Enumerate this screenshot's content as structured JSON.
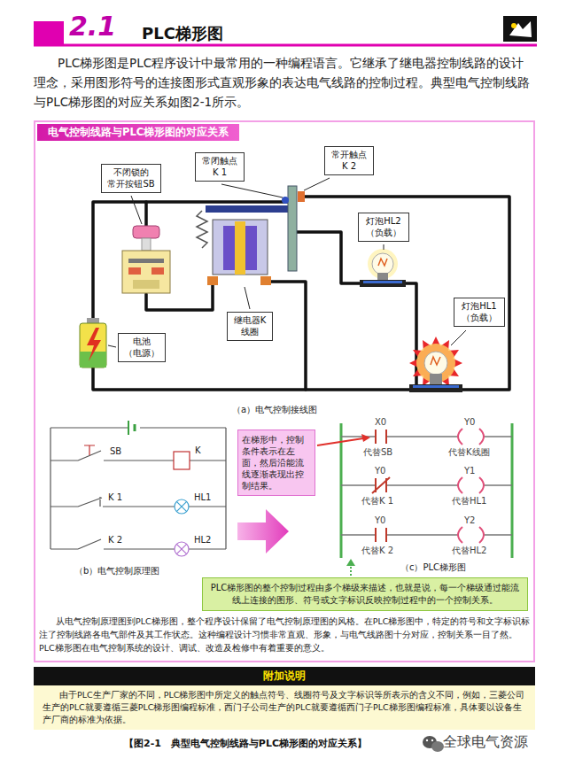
{
  "diagram": {
    "title": "PLC梯形图",
    "caption": "【图2-1　典型电气控制线路与PLC梯形图的对应关系】",
    "nodes": [
      {
        "text": [
          "电气控制线路与PLC梯形图的对应关系"
        ]
      },
      {
        "text": [
          "不闭锁的 常开按钮SB"
        ],
        "in": 0
      },
      {
        "text": [
          "常闭触点 K 1"
        ],
        "in": 0
      },
      {
        "text": [
          "常开触点 K 2"
        ],
        "in": 0
      },
      {
        "text": [
          "灯泡HL2 （负载）"
        ],
        "in": 0
      },
      {
        "text": [
          "继电器K 线圈"
        ],
        "in": 0
      },
      {
        "text": [
          "电池 （电源）"
        ],
        "in": 0
      },
      {
        "text": [
          "灯泡HL1 （负载）"
        ],
        "in": 0
      },
      {
        "text": [
          "在梯形中，控制条件表示在左面，然后沿能流线逐渐表现出控制结果。"
        ],
        "in": 0
      },
      {
        "text": [
          "PLC梯形图的整个控制过程由多个梯级来描述，也就是说，每一个梯级通过能流线上连接的图形、符号或文字标识反映控制过程中的一个控制关系。"
        ],
        "in": 0
      },
      {
        "text": [
          "附加说明",
          "由于PLC生产厂家的不同，PLC梯形图中所定义的触点符号、线圈符号及文字标识等所表示的含义不同，例如，三菱公司生产的PLC就要遵循三菱PLC梯形图编程标准，西门子公司生产的PLC就要遵循西门子PLC梯形图编程标准，具体要以设备生产厂商的标准为依据。"
        ]
      }
    ],
    "labels": [
      "2.1",
      "PLC梯形图是PLC程序设计中最常用的一种编程语言。它继承了继电器控制线路的设计理念，采用图形符号的连接图形式直观形象的表达电气线路的控制过程。典型电气控制线路与PLC梯形图的对应关系如图2-1所示。",
      "（a）电气控制接线图",
      "SB",
      "K",
      "K 1",
      "HL1",
      "K 2",
      "HL2",
      "（b）电气控制原理图",
      "X0",
      "代替SB",
      "Y0",
      "代替K线圈",
      "Y0",
      "代替K 1",
      "Y1",
      "代替HL1",
      "Y0",
      "代替K 2",
      "Y2",
      "代替HL2",
      "（c）PLC梯形图",
      "从电气控制原理图到PLC梯形图，整个程序设计保留了电气控制原理图的风格。在PLC梯形图中，特定的符号和文字标识标注了控制线路各电气部件及其工作状态。这种编程设计习惯非常直观、形象，与电气线路图十分对应，控制关系一目了然。PLC梯形图在电气控制系统的设计、调试、改造及检修中有着重要的意义。",
      "全球电气资源"
    ]
  }
}
